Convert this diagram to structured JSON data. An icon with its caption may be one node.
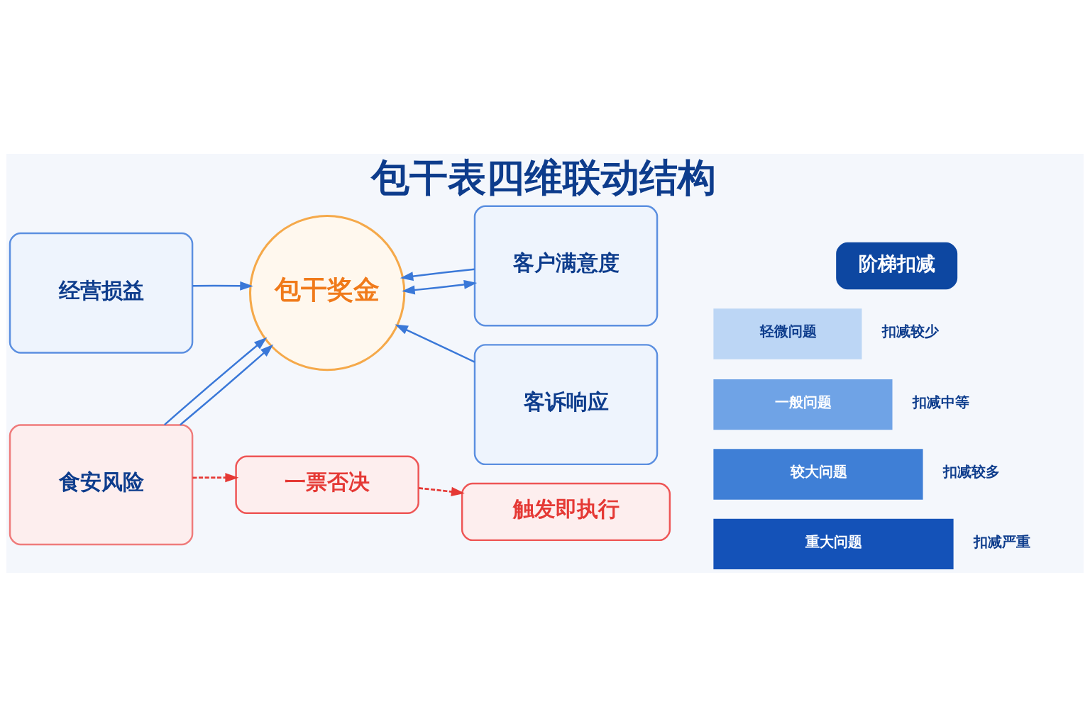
{
  "diagram": {
    "title": "包干表四维联动结构",
    "nodes": [
      {
        "text": [
          "经营损益"
        ]
      },
      {
        "text": [
          "客户满意度"
        ]
      },
      {
        "text": [
          "包干奖金"
        ]
      },
      {
        "text": [
          "阶梯扣减"
        ]
      },
      {
        "text": [
          "轻微问题"
        ],
        "beside": [
          "扣减较少"
        ]
      },
      {
        "text": [
          "一般问题"
        ],
        "beside": [
          "扣减中等"
        ]
      },
      {
        "text": [
          "较大问题"
        ],
        "beside": [
          "扣减较多"
        ]
      },
      {
        "text": [
          "重大问题"
        ],
        "beside": [
          "扣减严重"
        ]
      },
      {
        "text": [
          "食安风险"
        ]
      },
      {
        "text": [
          "客诉响应"
        ]
      },
      {
        "text": [
          "一票否决"
        ]
      },
      {
        "text": [
          "触发即执行"
        ]
      }
    ],
    "edges": [
      {
        "from": 0,
        "to": 2,
        "arrow": "to"
      },
      {
        "from": 1,
        "to": 2,
        "arrow": "to"
      },
      {
        "from": 8,
        "to": 2,
        "arrow": "to"
      },
      {
        "from": 2,
        "to": 1,
        "arrow": "both"
      },
      {
        "from": 8,
        "to": 2,
        "arrow": "to"
      },
      {
        "from": 9,
        "to": 2,
        "arrow": "to"
      },
      {
        "from": 8,
        "to": 10,
        "arrow": "to",
        "style": "dashed",
        "color": "#e53935"
      },
      {
        "from": 10,
        "to": 11,
        "arrow": "to",
        "style": "dashed",
        "color": "#e53935"
      }
    ]
  }
}
